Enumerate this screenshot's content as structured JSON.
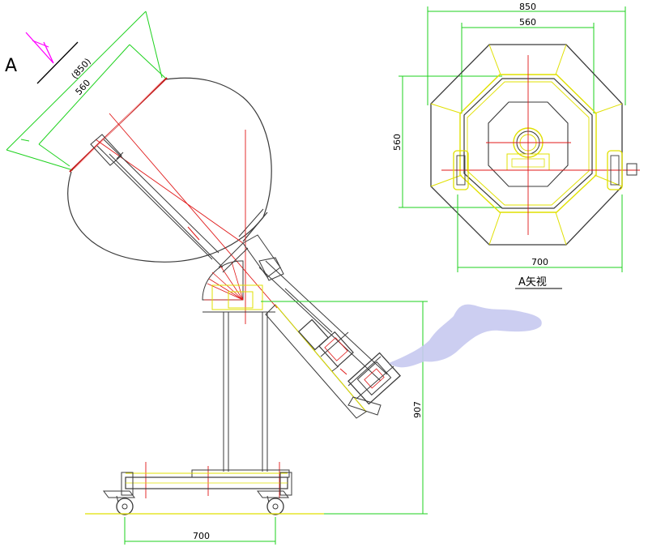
{
  "side_view": {
    "view_marker": "A",
    "dims": {
      "bowl_outer": "(850)",
      "bowl_inner": "560",
      "base_width": "700",
      "height": "907"
    }
  },
  "top_view": {
    "dims": {
      "outer_width": "850",
      "inner_width": "560",
      "inner_height": "560",
      "base_width": "700"
    },
    "caption": "A矢视"
  },
  "colors": {
    "outline": "#3a3a3a",
    "dimension": "#1ed21e",
    "centerline": "#e01818",
    "accent": "#e0e000",
    "marker": "#ff00ff",
    "smudge": "#c7c9f0"
  }
}
